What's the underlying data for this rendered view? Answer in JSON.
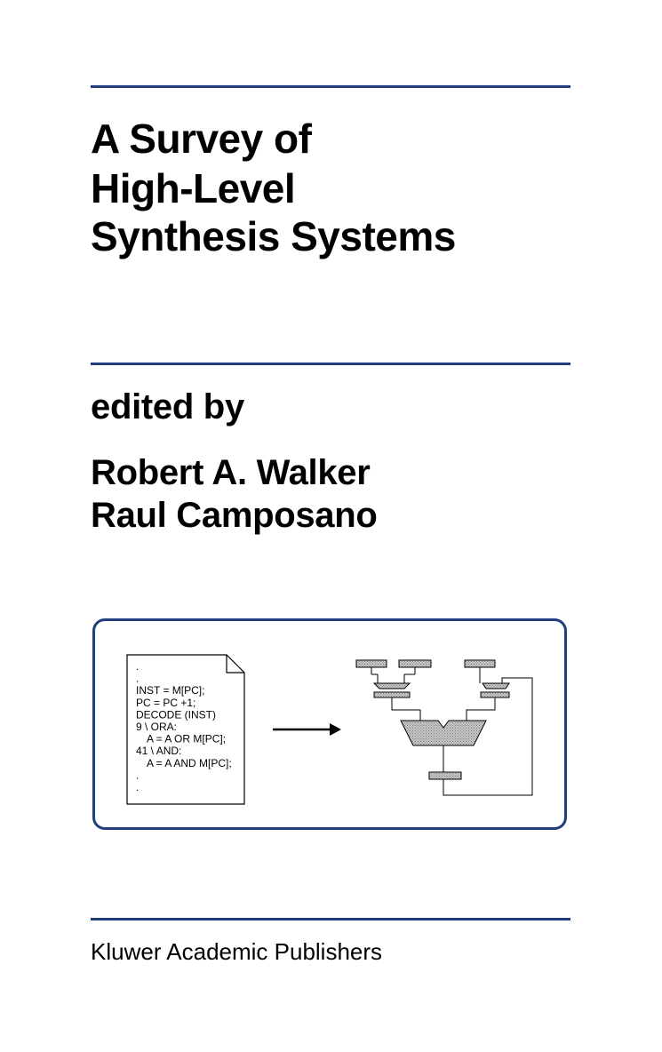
{
  "cover": {
    "title_lines": [
      "A Survey of",
      "High-Level",
      "Synthesis Systems"
    ],
    "edited_by": "edited by",
    "editors": [
      "Robert A. Walker",
      "Raul Camposano"
    ],
    "publisher": "Kluwer Academic Publishers"
  },
  "figure": {
    "code_lines": [
      ".",
      ".",
      "INST = M[PC];",
      "PC = PC +1;",
      "DECODE (INST)",
      "9 \\ ORA:",
      "A = A OR M[PC];",
      "41 \\ AND:",
      "A = A AND M[PC];",
      ".",
      "."
    ]
  },
  "colors": {
    "rule": "#1f3e7a",
    "box_border": "#1f3e7a",
    "block_fill": "#b8b8b8"
  }
}
